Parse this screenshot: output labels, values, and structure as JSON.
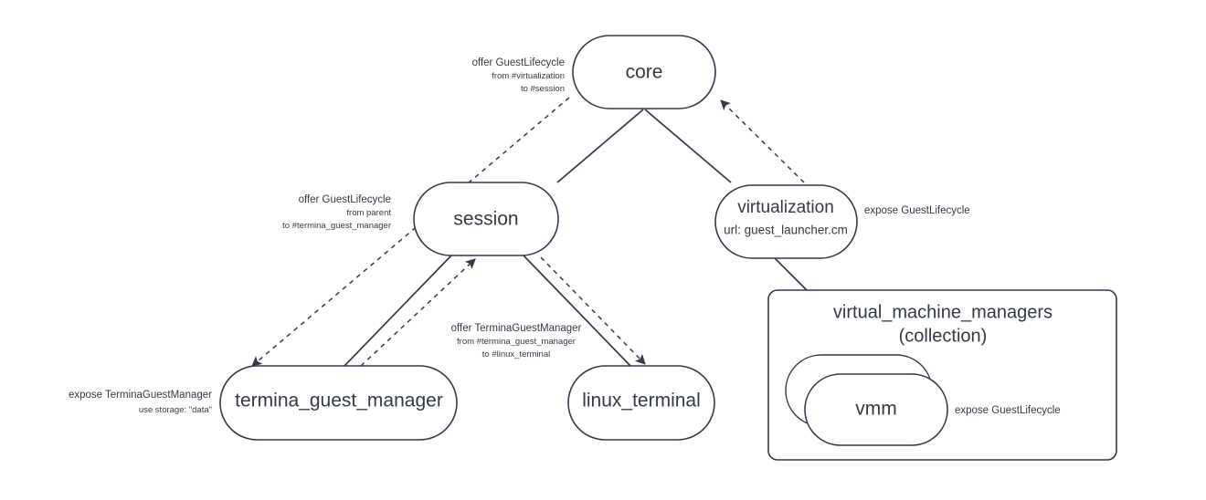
{
  "diagram": {
    "type": "component-topology",
    "background": "#ffffff",
    "stroke_color": "#32394a",
    "text_color": "#333a45"
  },
  "nodes": {
    "core": {
      "label": "core"
    },
    "session": {
      "label": "session"
    },
    "virtualization": {
      "label": "virtualization",
      "sub": "url: guest_launcher.cm"
    },
    "termina_guest_manager": {
      "label": "termina_guest_manager"
    },
    "linux_terminal": {
      "label": "linux_terminal"
    },
    "vmm": {
      "label": "vmm"
    }
  },
  "groups": {
    "virtual_machine_managers": {
      "label_line1": "virtual_machine_managers",
      "label_line2": "(collection)"
    }
  },
  "annotations": {
    "core_offer": {
      "line1": "offer GuestLifecycle",
      "line2": "from #virtualization",
      "line3": "to #session"
    },
    "session_offer": {
      "line1": "offer GuestLifecycle",
      "line2": "from parent",
      "line3": "to #termina_guest_manager"
    },
    "tgm_offer": {
      "line1": "offer TerminaGuestManager",
      "line2": "from #termina_guest_manager",
      "line3": "to #linux_terminal"
    },
    "virtualization_expose": {
      "line1": "expose GuestLifecycle"
    },
    "tgm_expose": {
      "line1": "expose TerminaGuestManager",
      "line2": "use storage: \"data\""
    },
    "vmm_expose": {
      "line1": "expose GuestLifecycle"
    }
  },
  "edges": [
    {
      "name": "core-session",
      "style": "solid",
      "from": "core",
      "to": "session"
    },
    {
      "name": "core-virtualization",
      "style": "solid",
      "from": "core",
      "to": "virtualization"
    },
    {
      "name": "session-termina_guest_manager",
      "style": "solid",
      "from": "session",
      "to": "termina_guest_manager"
    },
    {
      "name": "session-linux_terminal",
      "style": "solid",
      "from": "session",
      "to": "linux_terminal"
    },
    {
      "name": "virtualization-vmm_collection",
      "style": "solid",
      "from": "virtualization",
      "to": "virtual_machine_managers"
    },
    {
      "name": "virtualization-core-expose",
      "style": "dashed",
      "from": "virtualization",
      "to": "core",
      "arrow": true
    },
    {
      "name": "core-termina_guest_manager-offer",
      "style": "dashed",
      "from": "core",
      "to": "termina_guest_manager",
      "arrow": true
    },
    {
      "name": "termina_guest_manager-session-offer",
      "style": "dashed",
      "from": "termina_guest_manager",
      "to": "session",
      "arrow": true
    },
    {
      "name": "session-linux_terminal-offer",
      "style": "dashed",
      "from": "session",
      "to": "linux_terminal",
      "arrow": true
    }
  ]
}
